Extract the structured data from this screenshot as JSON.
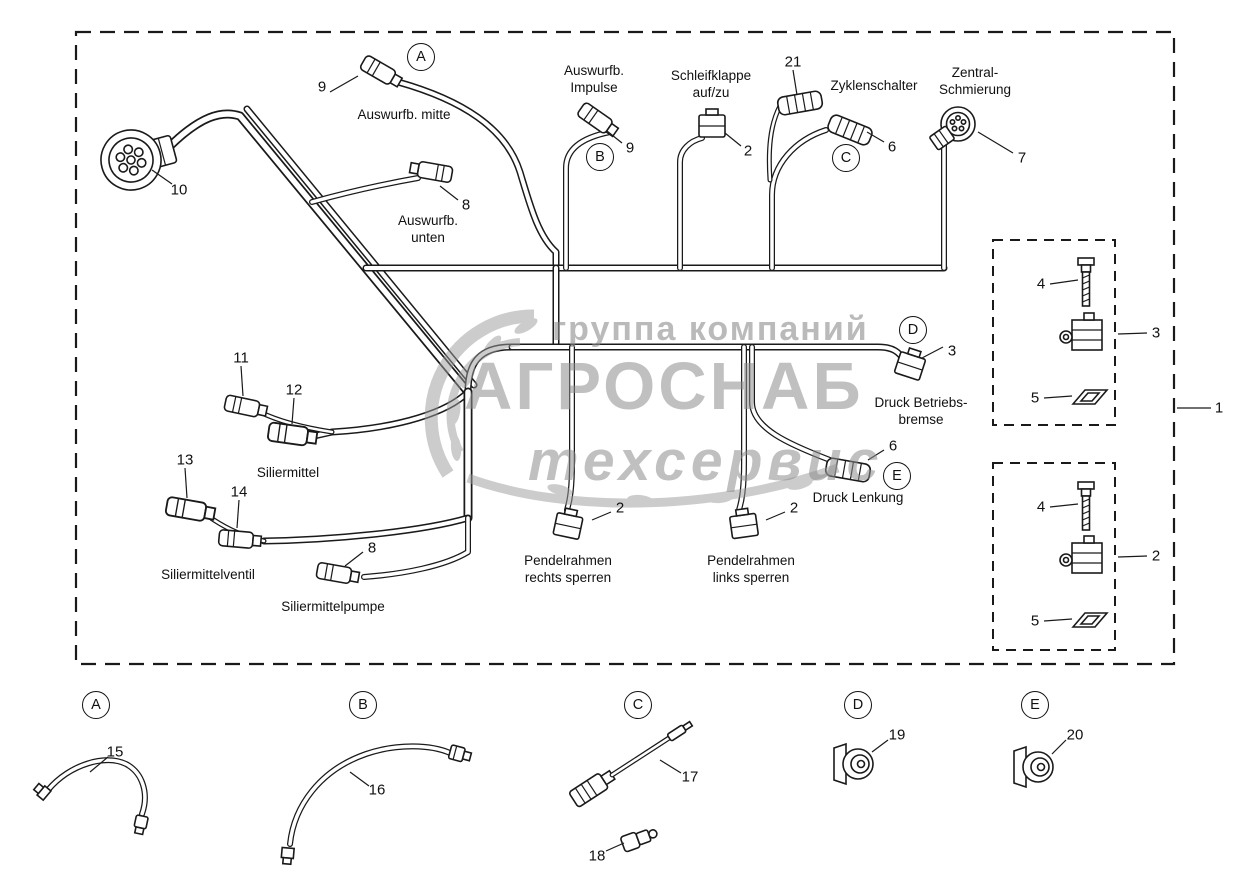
{
  "watermark": {
    "line1": "группа компаний",
    "line2": "АГРОСНАБ",
    "line3": "техсервис"
  },
  "letters": {
    "A": "A",
    "B": "B",
    "C": "C",
    "D": "D",
    "E": "E"
  },
  "labels": {
    "auswurfb_mitte": "Auswurfb. mitte",
    "auswurfb_impulse": "Auswurfb.\nImpulse",
    "schleifklappe": "Schleifklappe\nauf/zu",
    "zyklenschalter": "Zyklenschalter",
    "zentral_schmierung": "Zentral-\nSchmierung",
    "auswurfb_unten": "Auswurfb.\nunten",
    "druck_betriebsbremse": "Druck Betriebs-\nbremse",
    "druck_lenkung": "Druck Lenkung",
    "siliermittel": "Siliermittel",
    "siliermittelventil": "Siliermittelventil",
    "siliermittelpumpe": "Siliermittelpumpe",
    "pendel_rechts": "Pendelrahmen\nrechts sperren",
    "pendel_links": "Pendelrahmen\nlinks sperren"
  },
  "callouts": {
    "n9_top": "9",
    "n10": "10",
    "n8_top": "8",
    "n9_b": "9",
    "n2_schleif": "2",
    "n21": "21",
    "n6_zyklen": "6",
    "n7": "7",
    "n3_d": "3",
    "n6_lenkung": "6",
    "n2_rechts": "2",
    "n2_links": "2",
    "n11": "11",
    "n12": "12",
    "n13": "13",
    "n14": "14",
    "n8_pumpe": "8",
    "n4_box1": "4",
    "n3_box1": "3",
    "n5_box1": "5",
    "n4_box2": "4",
    "n2_box2": "2",
    "n5_box2": "5",
    "n1": "1",
    "n15": "15",
    "n16": "16",
    "n17": "17",
    "n18": "18",
    "n19": "19",
    "n20": "20"
  }
}
